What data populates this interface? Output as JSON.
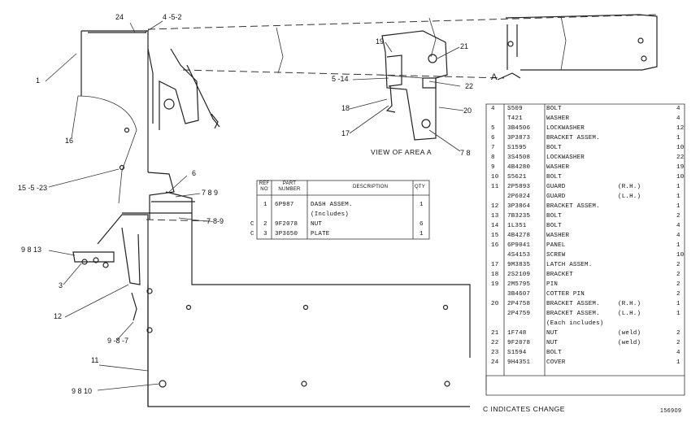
{
  "callouts": {
    "c1": "1",
    "c3": "3",
    "c6": "6",
    "c11": "11",
    "c12": "12",
    "c16": "16",
    "c17": "17",
    "c18": "18",
    "c19": "19",
    "c20": "20",
    "c21": "21",
    "c22": "22",
    "c24": "24",
    "c4_5_2": "4 -5-2",
    "c5_14": "5 -14",
    "c15_5_23": "15 -5 -23",
    "c7_8_9a": "7 8 9",
    "c7_8_9b": "7-8-9",
    "c9_8_13": "9 8 13",
    "c9_8_7": "9 -8 -7",
    "c9_8_10": "9 8 10",
    "c78": "7 8",
    "area_a_marker": "A"
  },
  "view_caption": "VIEW OF AREA A",
  "small_table": {
    "headers": [
      "REF NO",
      "PART NUMBER",
      "DESCRIPTION",
      "QTY"
    ],
    "rows": [
      {
        "change": "",
        "ref": "1",
        "part": "6P987",
        "desc": "DASH ASSEM.",
        "qty": "1"
      },
      {
        "change": "",
        "ref": "",
        "part": "",
        "desc": "(Includes)",
        "qty": ""
      },
      {
        "change": "C",
        "ref": "2",
        "part": "9F2078",
        "desc": "NUT",
        "qty": "6"
      },
      {
        "change": "C",
        "ref": "3",
        "part": "3P3650",
        "desc": "PLATE",
        "qty": "1"
      }
    ]
  },
  "parts_list": [
    {
      "ref": "4",
      "part": "S509",
      "desc": "BOLT",
      "note": "",
      "qty": "4"
    },
    {
      "ref": "",
      "part": "T421",
      "desc": "WASHER",
      "note": "",
      "qty": "4"
    },
    {
      "ref": "5",
      "part": "3B4506",
      "desc": "LOCKWASHER",
      "note": "",
      "qty": "12"
    },
    {
      "ref": "6",
      "part": "3P3873",
      "desc": "BRACKET ASSEM.",
      "note": "",
      "qty": "1"
    },
    {
      "ref": "7",
      "part": "S1595",
      "desc": "BOLT",
      "note": "",
      "qty": "10"
    },
    {
      "ref": "8",
      "part": "3S4508",
      "desc": "LOCKWASHER",
      "note": "",
      "qty": "22"
    },
    {
      "ref": "9",
      "part": "4B4280",
      "desc": "WASHER",
      "note": "",
      "qty": "19"
    },
    {
      "ref": "10",
      "part": "S5621",
      "desc": "BOLT",
      "note": "",
      "qty": "10"
    },
    {
      "ref": "11",
      "part": "2P5893",
      "desc": "GUARD",
      "note": "(R.H.)",
      "qty": "1"
    },
    {
      "ref": "",
      "part": "2P6024",
      "desc": "GUARD",
      "note": "(L.H.)",
      "qty": "1"
    },
    {
      "ref": "12",
      "part": "3P3864",
      "desc": "BRACKET ASSEM.",
      "note": "",
      "qty": "1"
    },
    {
      "ref": "13",
      "part": "7B3235",
      "desc": "BOLT",
      "note": "",
      "qty": "2"
    },
    {
      "ref": "14",
      "part": "1L351",
      "desc": "BOLT",
      "note": "",
      "qty": "4"
    },
    {
      "ref": "15",
      "part": "4B4278",
      "desc": "WASHER",
      "note": "",
      "qty": "4"
    },
    {
      "ref": "16",
      "part": "6P9041",
      "desc": "PANEL",
      "note": "",
      "qty": "1"
    },
    {
      "ref": "",
      "part": "4S4153",
      "desc": "SCREW",
      "note": "",
      "qty": "10"
    },
    {
      "ref": "17",
      "part": "9M3835",
      "desc": "LATCH ASSEM.",
      "note": "",
      "qty": "2"
    },
    {
      "ref": "18",
      "part": "2S2109",
      "desc": "BRACKET",
      "note": "",
      "qty": "2"
    },
    {
      "ref": "19",
      "part": "2M5795",
      "desc": "PIN",
      "note": "",
      "qty": "2"
    },
    {
      "ref": "",
      "part": "3B4607",
      "desc": "COTTER PIN",
      "note": "",
      "qty": "2"
    },
    {
      "ref": "20",
      "part": "2P4758",
      "desc": "BRACKET ASSEM.",
      "note": "(R.H.)",
      "qty": "1"
    },
    {
      "ref": "",
      "part": "2P4759",
      "desc": "BRACKET ASSEM.",
      "note": "(L.H.)",
      "qty": "1"
    },
    {
      "ref": "",
      "part": "",
      "desc": "(Each includes)",
      "note": "",
      "qty": ""
    },
    {
      "ref": "21",
      "part": "1F748",
      "desc": "NUT",
      "note": "(weld)",
      "qty": "2"
    },
    {
      "ref": "22",
      "part": "9F2078",
      "desc": "NUT",
      "note": "(weld)",
      "qty": "2"
    },
    {
      "ref": "23",
      "part": "S1594",
      "desc": "BOLT",
      "note": "",
      "qty": "4"
    },
    {
      "ref": "24",
      "part": "9H4351",
      "desc": "COVER",
      "note": "",
      "qty": "1"
    }
  ],
  "footer": {
    "change_note": "C INDICATES CHANGE",
    "figure_id": "156909"
  }
}
